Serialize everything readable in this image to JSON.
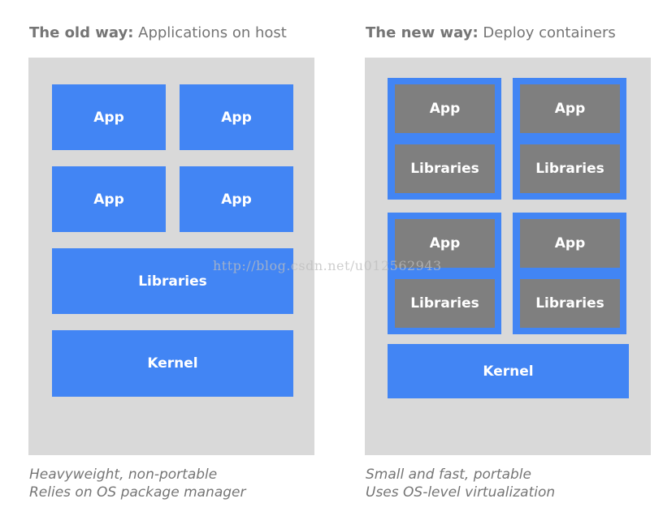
{
  "old_way": {
    "title_bold": "The old way:",
    "title_rest": " Applications on host",
    "apps": [
      "App",
      "App",
      "App",
      "App"
    ],
    "libraries": "Libraries",
    "kernel": "Kernel",
    "caption_line1": "Heavyweight, non-portable",
    "caption_line2": "Relies on OS package manager"
  },
  "new_way": {
    "title_bold": "The new way:",
    "title_rest": " Deploy containers",
    "containers": [
      {
        "app": "App",
        "libraries": "Libraries"
      },
      {
        "app": "App",
        "libraries": "Libraries"
      },
      {
        "app": "App",
        "libraries": "Libraries"
      },
      {
        "app": "App",
        "libraries": "Libraries"
      }
    ],
    "kernel": "Kernel",
    "caption_line1": "Small and fast, portable",
    "caption_line2": "Uses OS-level virtualization"
  },
  "watermark": "http://blog.csdn.net/u012562943",
  "colors": {
    "blue": "#4285f4",
    "gray_block": "#7f7f7f",
    "panel": "#d9d9d9",
    "text": "#757575"
  }
}
